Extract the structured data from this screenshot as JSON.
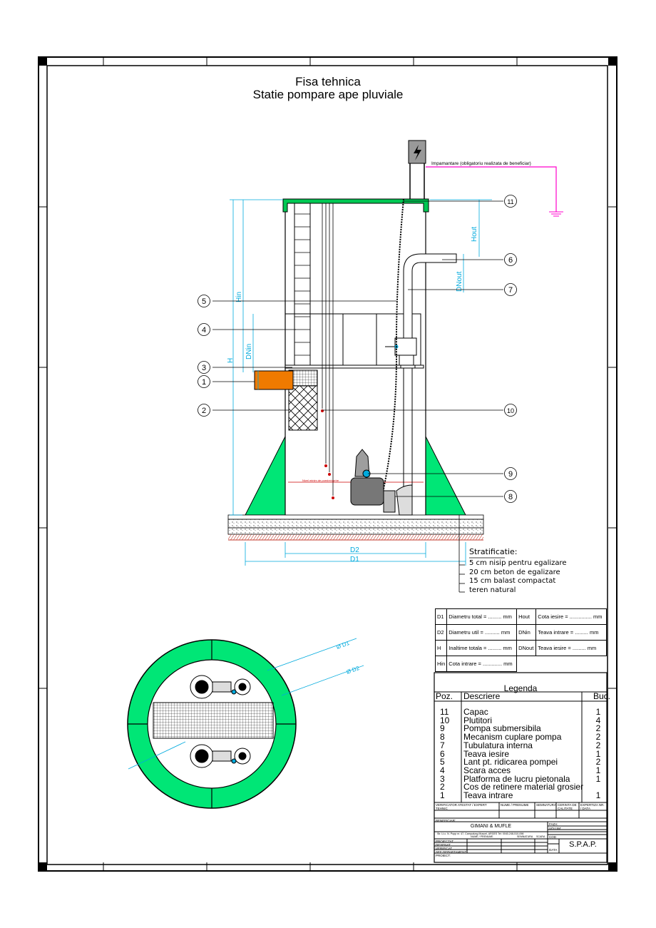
{
  "title": {
    "line1": "Fisa tehnica",
    "line2": "Statie pompare ape pluviale"
  },
  "ground_note": "Impamantare (obligatoriu realizata de beneficiar)",
  "pos_labels": [
    "1",
    "2",
    "3",
    "4",
    "5",
    "6",
    "7",
    "8",
    "9",
    "10",
    "11"
  ],
  "dims": {
    "hin": "Hin",
    "h": "H",
    "dnin": "DNin",
    "hout": "Hout",
    "dnout": "DNout",
    "d2": "D2",
    "d1": "D1",
    "plan_d1": "Ø D1",
    "plan_d2": "Ø D2"
  },
  "level_note": "Nivel minim de pornire/oprire",
  "stratification": {
    "title": "Stratificatie:",
    "layers": [
      "5 cm nisip pentru egalizare",
      "20 cm beton de egalizare",
      "15 cm balast compactat",
      "teren natural"
    ]
  },
  "spec_table": [
    [
      "D1",
      "Diametru total = ......... mm",
      "Hout",
      "Cota iesire = ............... mm"
    ],
    [
      "D2",
      "Diametru util = .......... mm",
      "DNin",
      "Teava intrare = ......... mm"
    ],
    [
      "H",
      "Inaltime totala = ......... mm",
      "DNout",
      "Teava iesire = ......... mm"
    ],
    [
      "Hin",
      "Cota intrare = ............. mm",
      "",
      ""
    ]
  ],
  "legend": {
    "title": "Legenda",
    "headers": {
      "poz": "Poz.",
      "desc": "Descriere",
      "buc": "Buc."
    },
    "items": [
      {
        "poz": "11",
        "desc": "Capac",
        "buc": "1"
      },
      {
        "poz": "10",
        "desc": "Plutitori",
        "buc": "4"
      },
      {
        "poz": "9",
        "desc": "Pompa submersibila",
        "buc": "2"
      },
      {
        "poz": "8",
        "desc": "Mecanism cuplare pompa",
        "buc": "2"
      },
      {
        "poz": "7",
        "desc": "Tubulatura interna",
        "buc": "2"
      },
      {
        "poz": "6",
        "desc": "Teava iesire",
        "buc": "1"
      },
      {
        "poz": "5",
        "desc": "Lant pt. ridicarea pompei",
        "buc": "2"
      },
      {
        "poz": "4",
        "desc": "Scara acces",
        "buc": "1"
      },
      {
        "poz": "3",
        "desc": "Platforma de lucru pietonala",
        "buc": "1"
      },
      {
        "poz": "2",
        "desc": "Cos de retinere material grosier",
        "buc": ""
      },
      {
        "poz": "1",
        "desc": "Teava intrare",
        "buc": "1"
      }
    ]
  },
  "titleblock": {
    "verificator": "VERIFICATOR ATESTAT / EXPERT TEHNIC",
    "nume": "NUME / PRENUME",
    "semnatura": "SEMNATURA",
    "cerinta": "CERINTA DE CALITATE",
    "expertiza": "EXPERTIZA NR. / DATA",
    "beneficiar": "BENEFICIAR:",
    "company": "GIMANI & MUFLE",
    "address": "Str. Lt.c. N. Popp nr. 47, Campulung Muscel, ARGES   Tel: 0040-248-510-098",
    "proiectat": "PROIECTAT",
    "desenat": "DESENAT",
    "verificat": "VERIFICAT",
    "sef": "SEF DEPARTAMENT",
    "proiect": "PROIECT:",
    "scara": "SCARA",
    "data": "DATA",
    "faza": "FAZA:",
    "volum": "VOLUM:",
    "cod": "COD",
    "doc_code": "S.P.A.P."
  },
  "colors": {
    "accent_green": "#00e676",
    "cyan": "#00aadd",
    "magenta": "#ff00cc",
    "orange": "#f07a00",
    "red": "#cc0000"
  }
}
